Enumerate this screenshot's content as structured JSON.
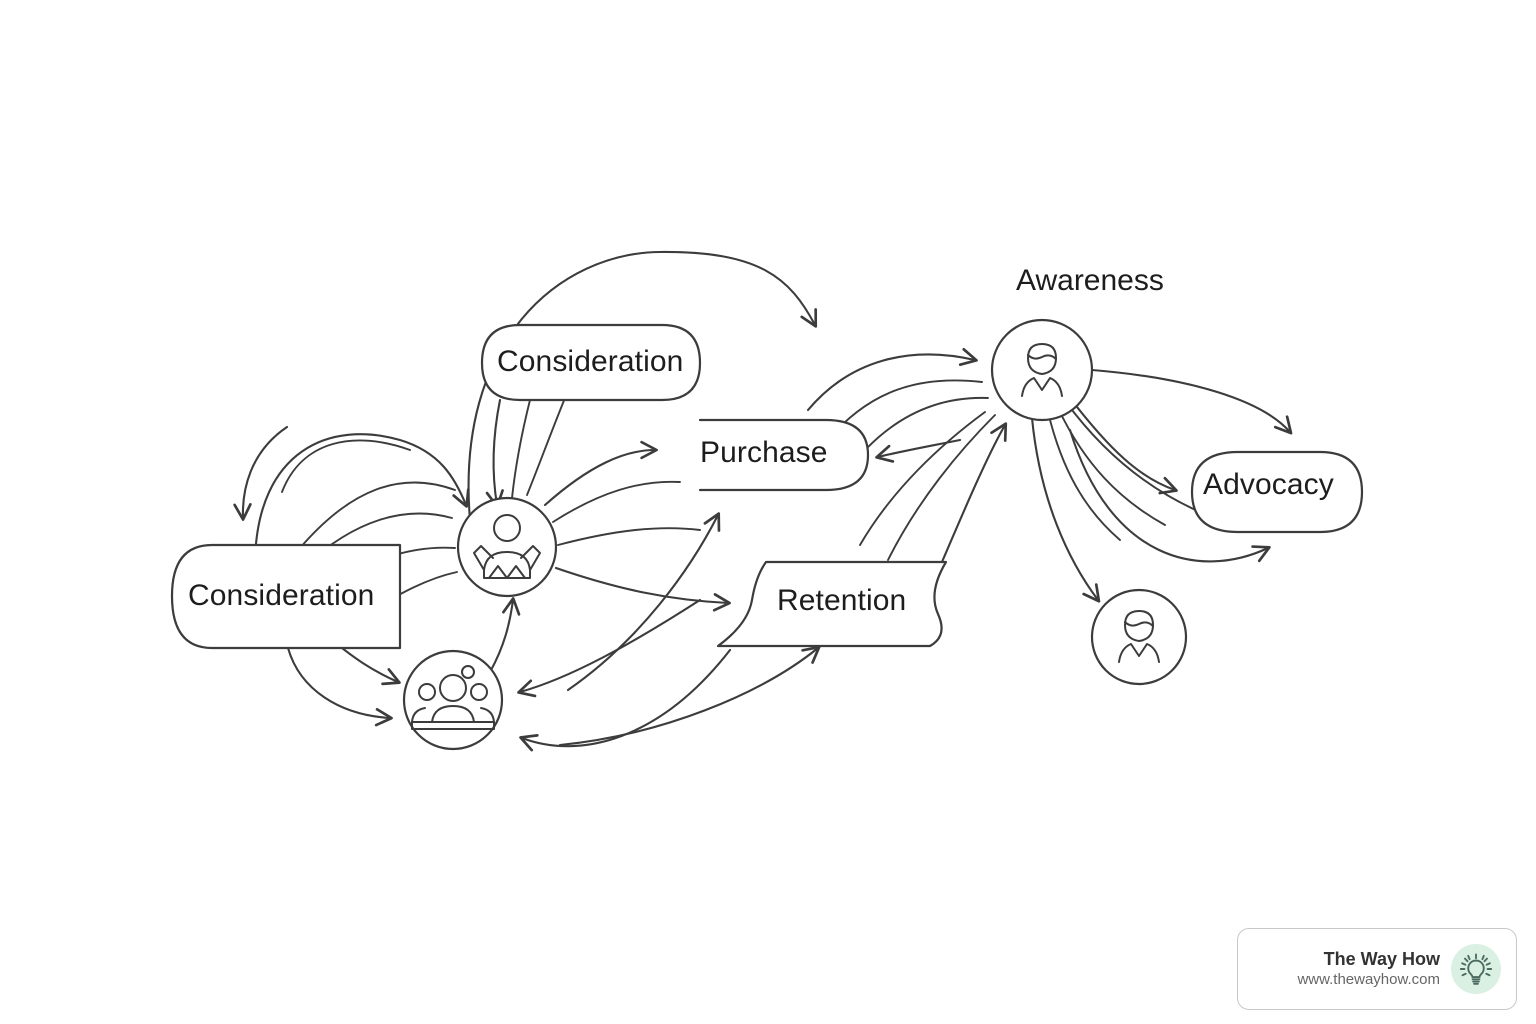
{
  "diagram": {
    "title_label": "Awareness",
    "background_color": "#ffffff",
    "line_color": "#3c3c3c",
    "nodes": [
      {
        "id": "consideration-top",
        "label": "Consideration",
        "shape": "rounded-speech-bubble"
      },
      {
        "id": "consideration-left",
        "label": "Consideration",
        "shape": "pill"
      },
      {
        "id": "purchase",
        "label": "Purchase",
        "shape": "rounded-right"
      },
      {
        "id": "retention",
        "label": "Retention",
        "shape": "wavy-parallelogram"
      },
      {
        "id": "advocacy",
        "label": "Advocacy",
        "shape": "rounded-rectangle"
      },
      {
        "id": "awareness-icon",
        "label": "Awareness",
        "shape": "circle-icon",
        "icon": "person-avatar-icon"
      },
      {
        "id": "success-icon",
        "label": "",
        "shape": "circle-icon",
        "icon": "person-raised-arms-icon"
      },
      {
        "id": "group-icon",
        "label": "",
        "shape": "circle-icon",
        "icon": "people-group-icon"
      },
      {
        "id": "customer-icon",
        "label": "",
        "shape": "circle-icon",
        "icon": "person-bust-icon"
      }
    ],
    "edges": [
      {
        "from": "consideration-left",
        "to": "success-icon",
        "style": "curved-arrow"
      },
      {
        "from": "consideration-left",
        "to": "group-icon",
        "style": "curved-arrow"
      },
      {
        "from": "consideration-top",
        "to": "success-icon",
        "style": "curved-arrow"
      },
      {
        "from": "consideration-top",
        "to": "purchase",
        "style": "curved-arrow"
      },
      {
        "from": "success-icon",
        "to": "purchase",
        "style": "curved-arrow"
      },
      {
        "from": "success-icon",
        "to": "retention",
        "style": "curved-arrow"
      },
      {
        "from": "group-icon",
        "to": "success-icon",
        "style": "curved-arrow"
      },
      {
        "from": "group-icon",
        "to": "purchase",
        "style": "curved-arrow"
      },
      {
        "from": "retention",
        "to": "group-icon",
        "style": "curved-arrow"
      },
      {
        "from": "retention",
        "to": "awareness-icon",
        "style": "curved-arrow"
      },
      {
        "from": "awareness-icon",
        "to": "purchase",
        "style": "curved-arrow"
      },
      {
        "from": "awareness-icon",
        "to": "advocacy",
        "style": "curved-arrow"
      },
      {
        "from": "awareness-icon",
        "to": "customer-icon",
        "style": "curved-arrow"
      },
      {
        "from": "awareness-icon",
        "to": "retention",
        "style": "curved-arrow"
      }
    ]
  },
  "watermark": {
    "brand": "The Way How",
    "url": "www.thewayhow.com",
    "logo_icon": "lightbulb-icon",
    "logo_bg_color": "#d9f0e3",
    "logo_stroke_color": "#4d6b60"
  }
}
